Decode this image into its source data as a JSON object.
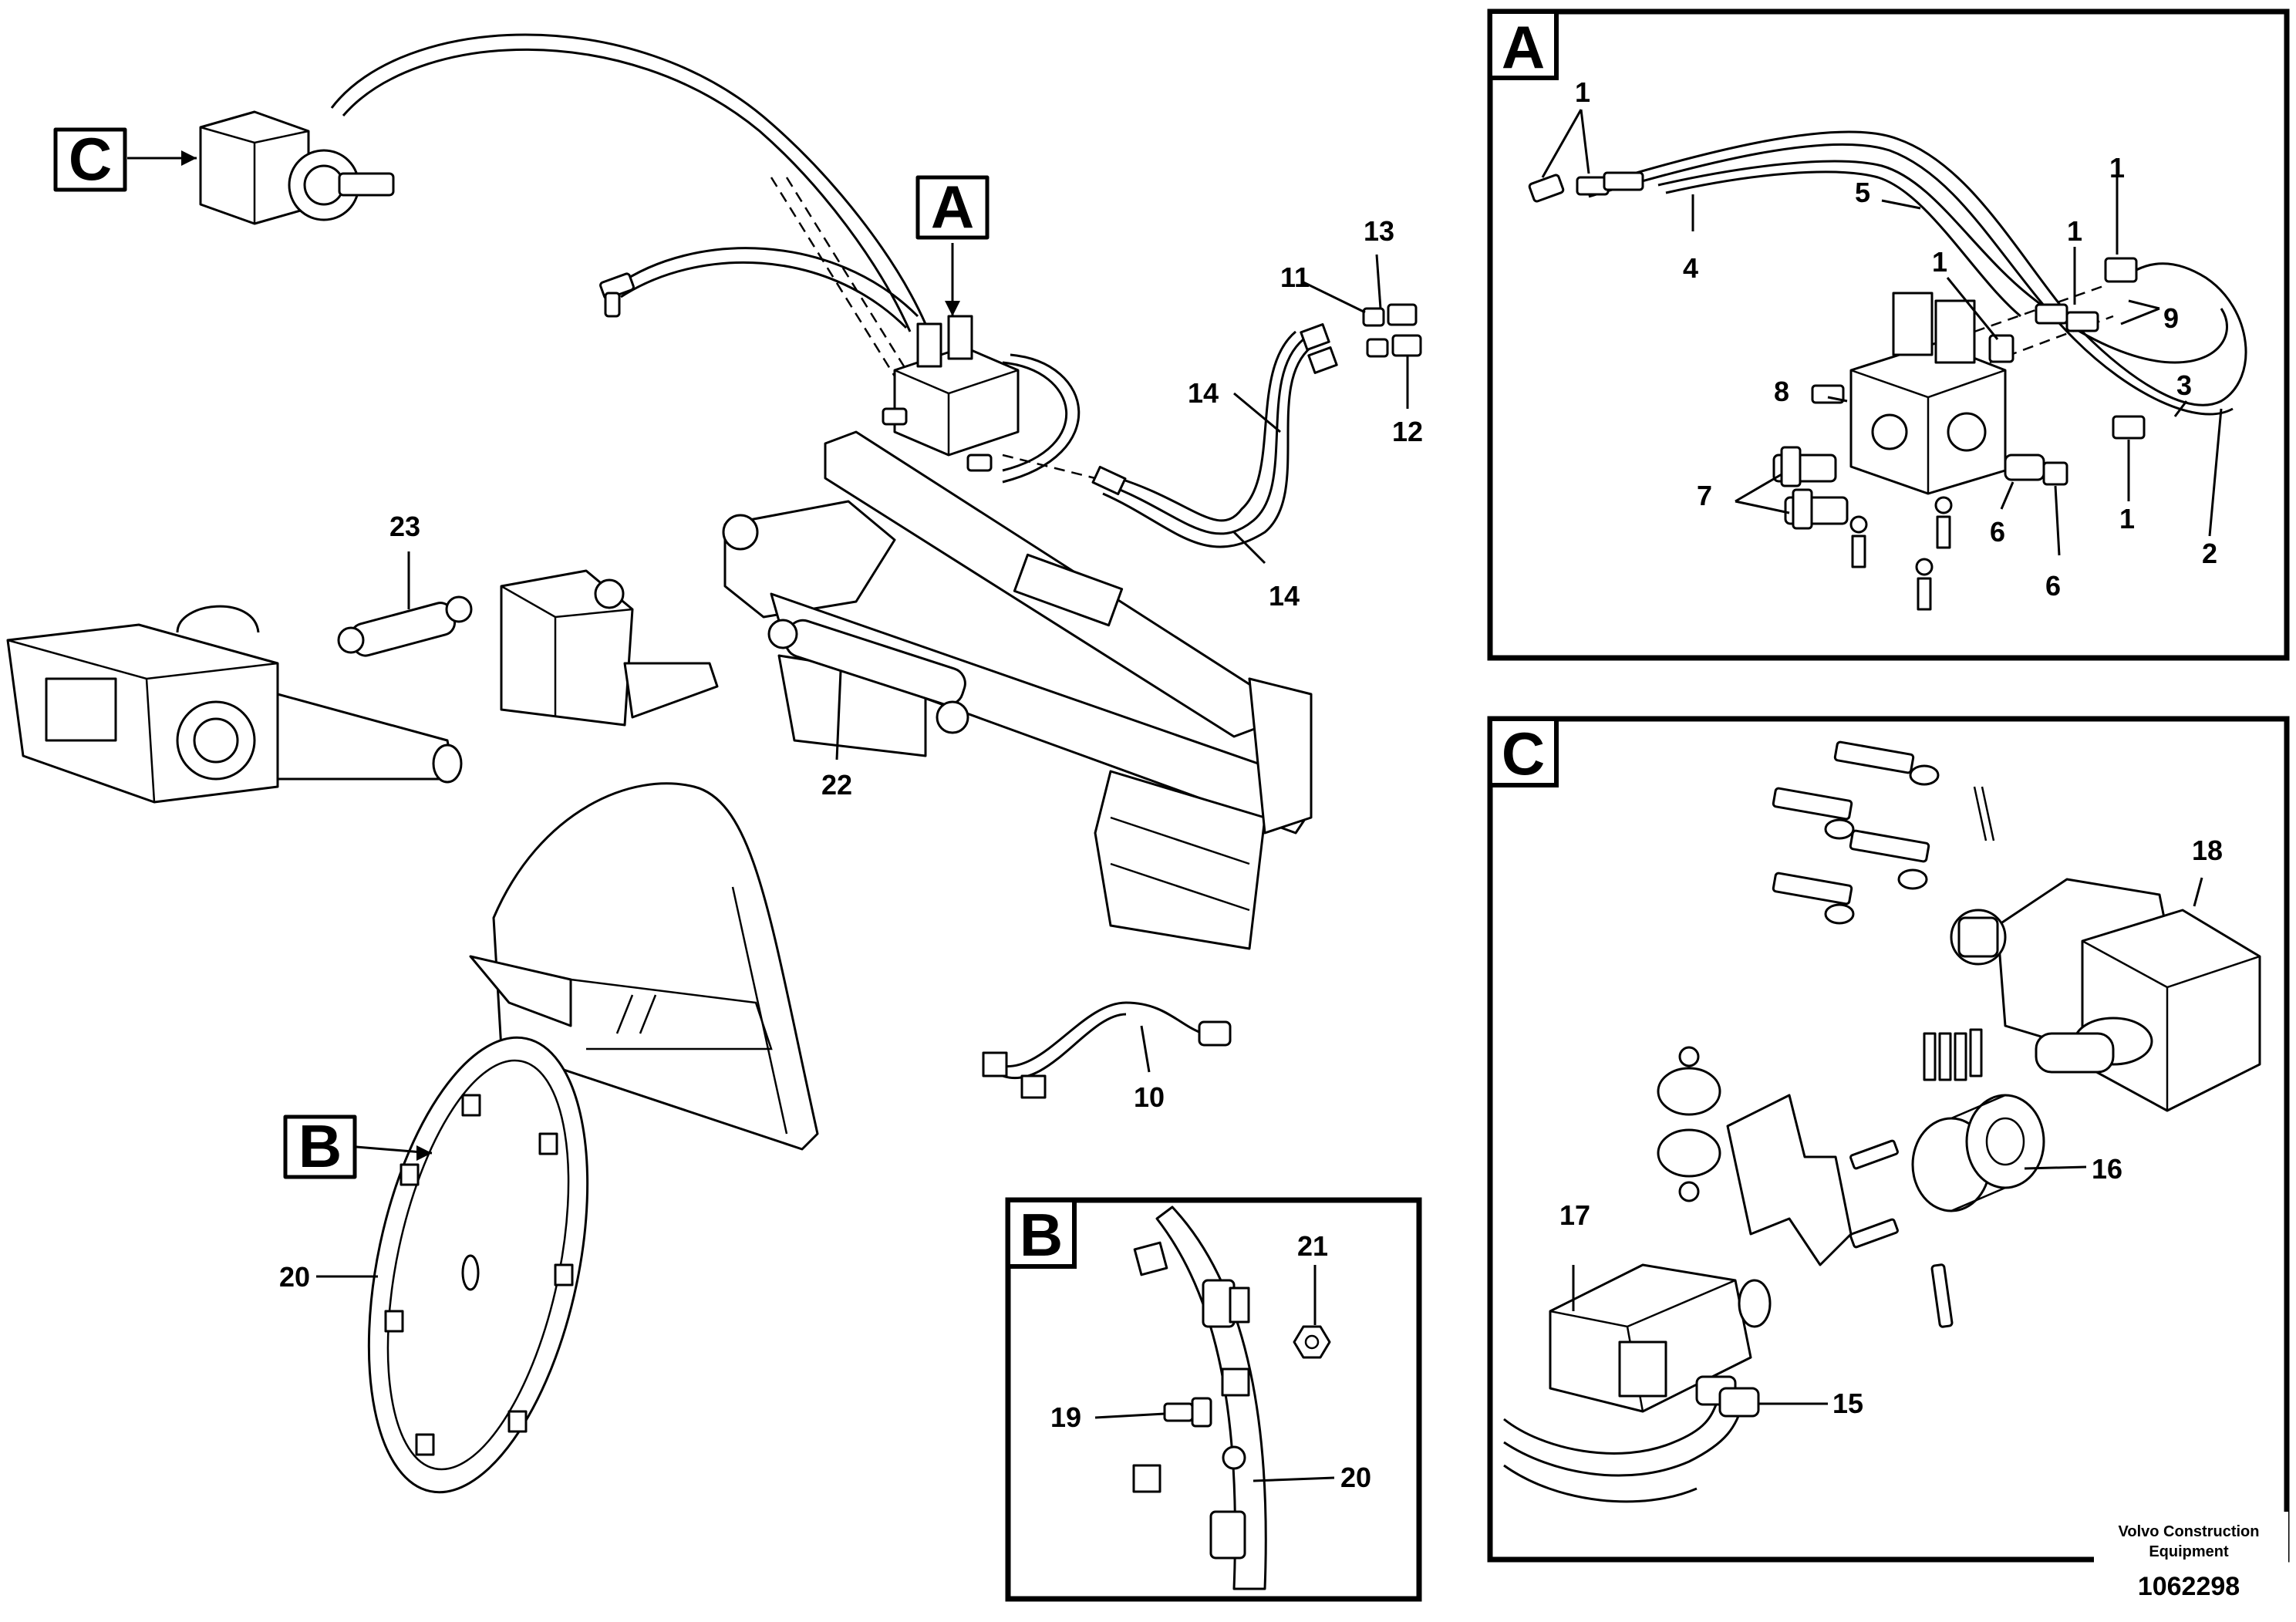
{
  "main_callouts": {
    "c": "C",
    "a": "A",
    "b": "B",
    "p10": "10",
    "p11": "11",
    "p12": "12",
    "p13": "13",
    "p14a": "14",
    "p14b": "14",
    "p20": "20",
    "p22": "22",
    "p23": "23"
  },
  "detail_a": {
    "letter": "A",
    "labels": {
      "l1a": "1",
      "l1b": "1",
      "l1c": "1",
      "l1d": "1",
      "l1e": "1",
      "l2": "2",
      "l3": "3",
      "l4": "4",
      "l5": "5",
      "l6a": "6",
      "l6b": "6",
      "l7": "7",
      "l8": "8",
      "l9": "9"
    }
  },
  "detail_b": {
    "letter": "B",
    "labels": {
      "l19": "19",
      "l20": "20",
      "l21": "21"
    }
  },
  "detail_c": {
    "letter": "C",
    "labels": {
      "l15": "15",
      "l16": "16",
      "l17": "17",
      "l18": "18"
    }
  },
  "footer": {
    "company_line1": "Volvo Construction",
    "company_line2": "Equipment",
    "drawing_number": "1062298"
  }
}
